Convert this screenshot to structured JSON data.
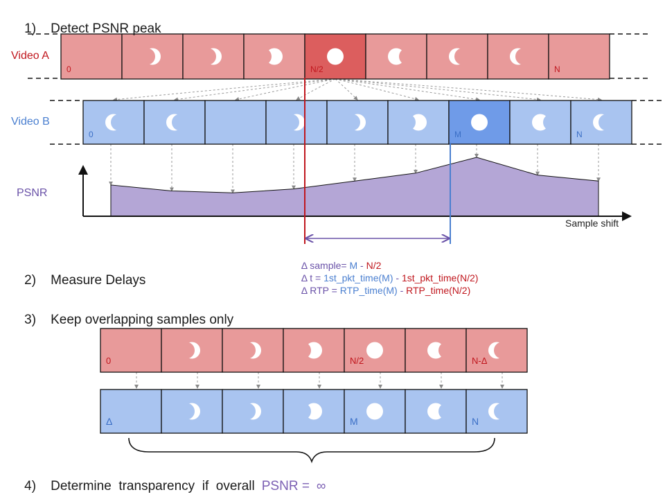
{
  "steps": [
    {
      "num": "1)",
      "text": "Detect PSNR peak"
    },
    {
      "num": "2)",
      "text": "Measure Delays"
    },
    {
      "num": "3)",
      "text": "Keep overlapping samples only"
    },
    {
      "num": "4)",
      "text": "Determine  transparency  if  overall",
      "psnr_label": "PSNR =",
      "symbol": "∞"
    }
  ],
  "labels": {
    "video_a": "Video A",
    "video_b": "Video B",
    "psnr": "PSNR",
    "sample_shift": "Sample shift"
  },
  "top_a_frames": [
    {
      "label": "0",
      "shape": "none",
      "highlight": false
    },
    {
      "label": "",
      "shape": "crescent-right",
      "highlight": false
    },
    {
      "label": "",
      "shape": "crescent-right",
      "highlight": false
    },
    {
      "label": "",
      "shape": "gibbous-right",
      "highlight": false
    },
    {
      "label": "N/2",
      "shape": "full",
      "highlight": true
    },
    {
      "label": "",
      "shape": "gibbous-left",
      "highlight": false
    },
    {
      "label": "",
      "shape": "crescent-left",
      "highlight": false
    },
    {
      "label": "",
      "shape": "crescent-left",
      "highlight": false
    },
    {
      "label": "N",
      "shape": "none",
      "highlight": false
    }
  ],
  "top_b_frames": [
    {
      "label": "0",
      "shape": "crescent-left",
      "highlight": false
    },
    {
      "label": "",
      "shape": "crescent-left",
      "highlight": false
    },
    {
      "label": "",
      "shape": "none",
      "highlight": false
    },
    {
      "label": "",
      "shape": "crescent-right",
      "highlight": false
    },
    {
      "label": "",
      "shape": "crescent-right",
      "highlight": false
    },
    {
      "label": "",
      "shape": "gibbous-right",
      "highlight": false
    },
    {
      "label": "M",
      "shape": "full",
      "highlight": true
    },
    {
      "label": "",
      "shape": "gibbous-left",
      "highlight": false
    },
    {
      "label": "N",
      "shape": "crescent-left",
      "highlight": false
    }
  ],
  "bottom_a_frames": [
    {
      "label": "0",
      "shape": "none"
    },
    {
      "label": "",
      "shape": "crescent-right"
    },
    {
      "label": "",
      "shape": "crescent-right"
    },
    {
      "label": "",
      "shape": "gibbous-right"
    },
    {
      "label": "N/2",
      "shape": "full"
    },
    {
      "label": "",
      "shape": "gibbous-left"
    },
    {
      "label": "N-Δ",
      "shape": "crescent-left"
    }
  ],
  "bottom_b_frames": [
    {
      "label": "Δ",
      "shape": "none"
    },
    {
      "label": "",
      "shape": "crescent-right"
    },
    {
      "label": "",
      "shape": "crescent-right"
    },
    {
      "label": "",
      "shape": "gibbous-right"
    },
    {
      "label": "M",
      "shape": "full"
    },
    {
      "label": "",
      "shape": "gibbous-left"
    },
    {
      "label": "N",
      "shape": "crescent-left"
    }
  ],
  "delays": {
    "line1": {
      "a": "Δ sample= ",
      "b": "M",
      "c": " - ",
      "d": "N/2"
    },
    "line2": {
      "a": "Δ t = ",
      "b": "1st_pkt_time(M)",
      "c": " - ",
      "d": "1st_pkt_time(N/2)"
    },
    "line3": {
      "a": "Δ RTP = ",
      "b": "RTP_time(M)",
      "c": " - ",
      "d": "RTP_time(N/2)"
    }
  },
  "colors": {
    "a_fill": "#e89a9a",
    "a_highlight": "#dc5e5e",
    "b_fill": "#a9c4f0",
    "b_highlight": "#6f9be8",
    "psnr_fill": "#b4a6d6",
    "purple": "#6a52a8",
    "red_line": "#c0161d",
    "blue_line": "#4a7fd0"
  },
  "psnr_curve": [
    0.3,
    0.15,
    0.1,
    0.2,
    0.4,
    0.6,
    1.0,
    0.55,
    0.4
  ]
}
